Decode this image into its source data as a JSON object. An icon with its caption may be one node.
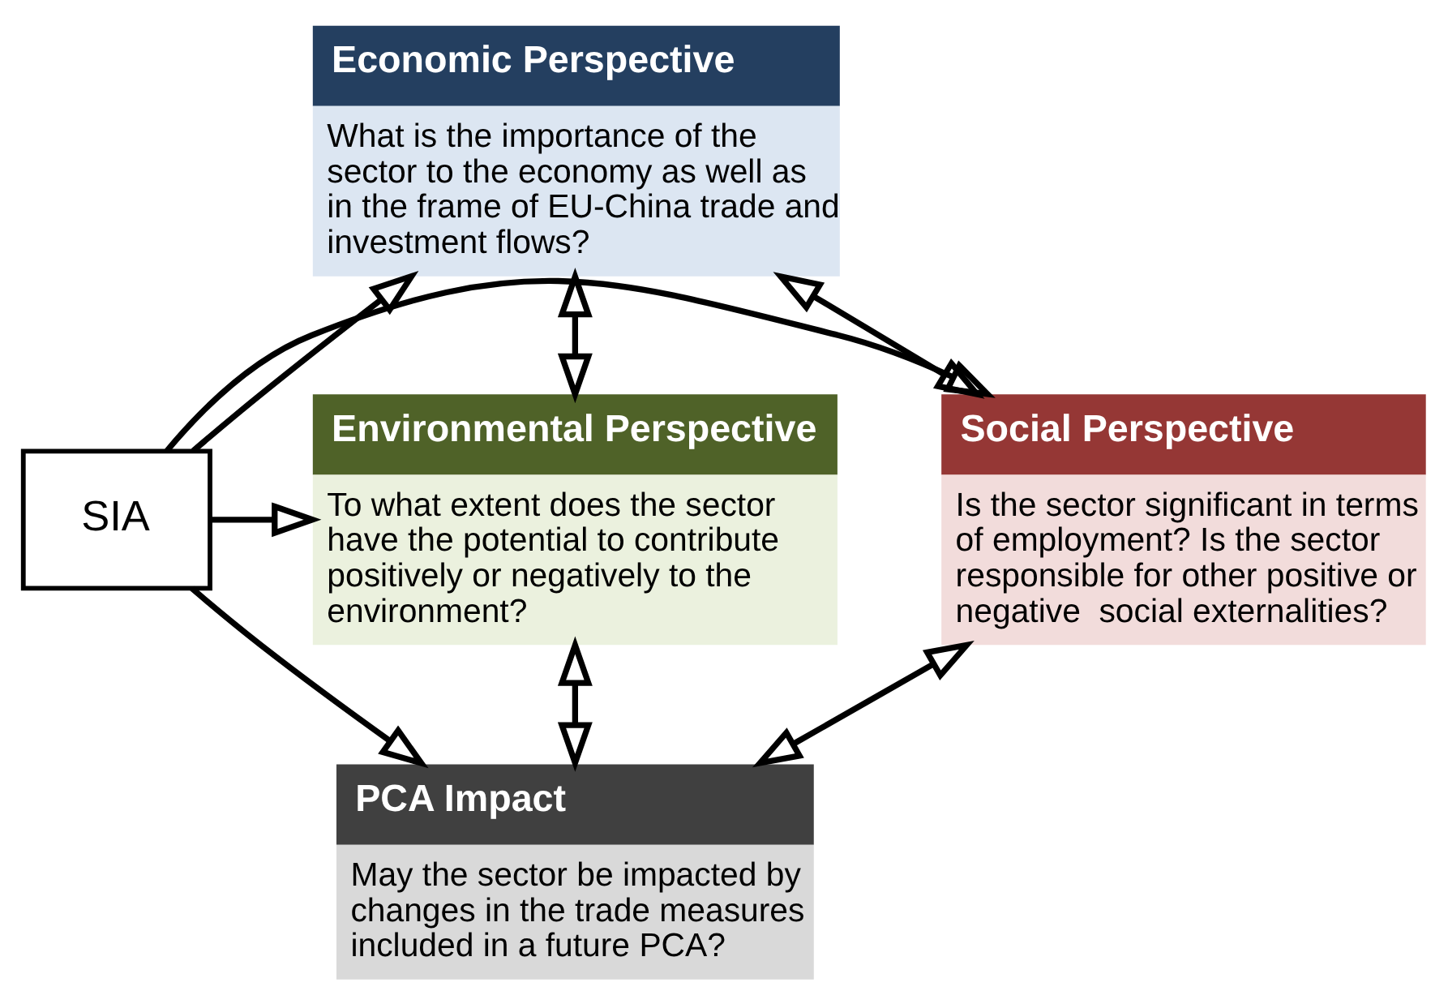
{
  "diagram": {
    "nodes": [
      {
        "text": [
          "Economic Perspective",
          "What is the importance of the sector to the economy as well as in the frame of EU-China trade and investment flows?"
        ]
      },
      {
        "text": [
          "Social Perspective",
          "Is the sector significant in terms of employment? Is the sector responsible for other positive or negative  social externalities?"
        ]
      },
      {
        "text": [
          "SIA"
        ]
      },
      {
        "text": [
          "Environmental Perspective",
          "To what extent does the sector have the potential to contribute positively or negatively to the environment?"
        ]
      },
      {
        "text": [
          "PCA Impact",
          "May the sector be impacted by changes in the trade measures included in a future PCA?"
        ]
      }
    ],
    "edges": [
      {
        "from": 2,
        "to": 0,
        "arrow": "to"
      },
      {
        "from": 2,
        "to": 1,
        "arrow": "to"
      },
      {
        "from": 2,
        "to": 3,
        "arrow": "to"
      },
      {
        "from": 2,
        "to": 4,
        "arrow": "to"
      },
      {
        "from": 0,
        "to": 1,
        "arrow": "both"
      },
      {
        "from": 0,
        "to": 3,
        "arrow": "both"
      },
      {
        "from": 1,
        "to": 4,
        "arrow": "both"
      },
      {
        "from": 3,
        "to": 4,
        "arrow": "both"
      }
    ]
  }
}
